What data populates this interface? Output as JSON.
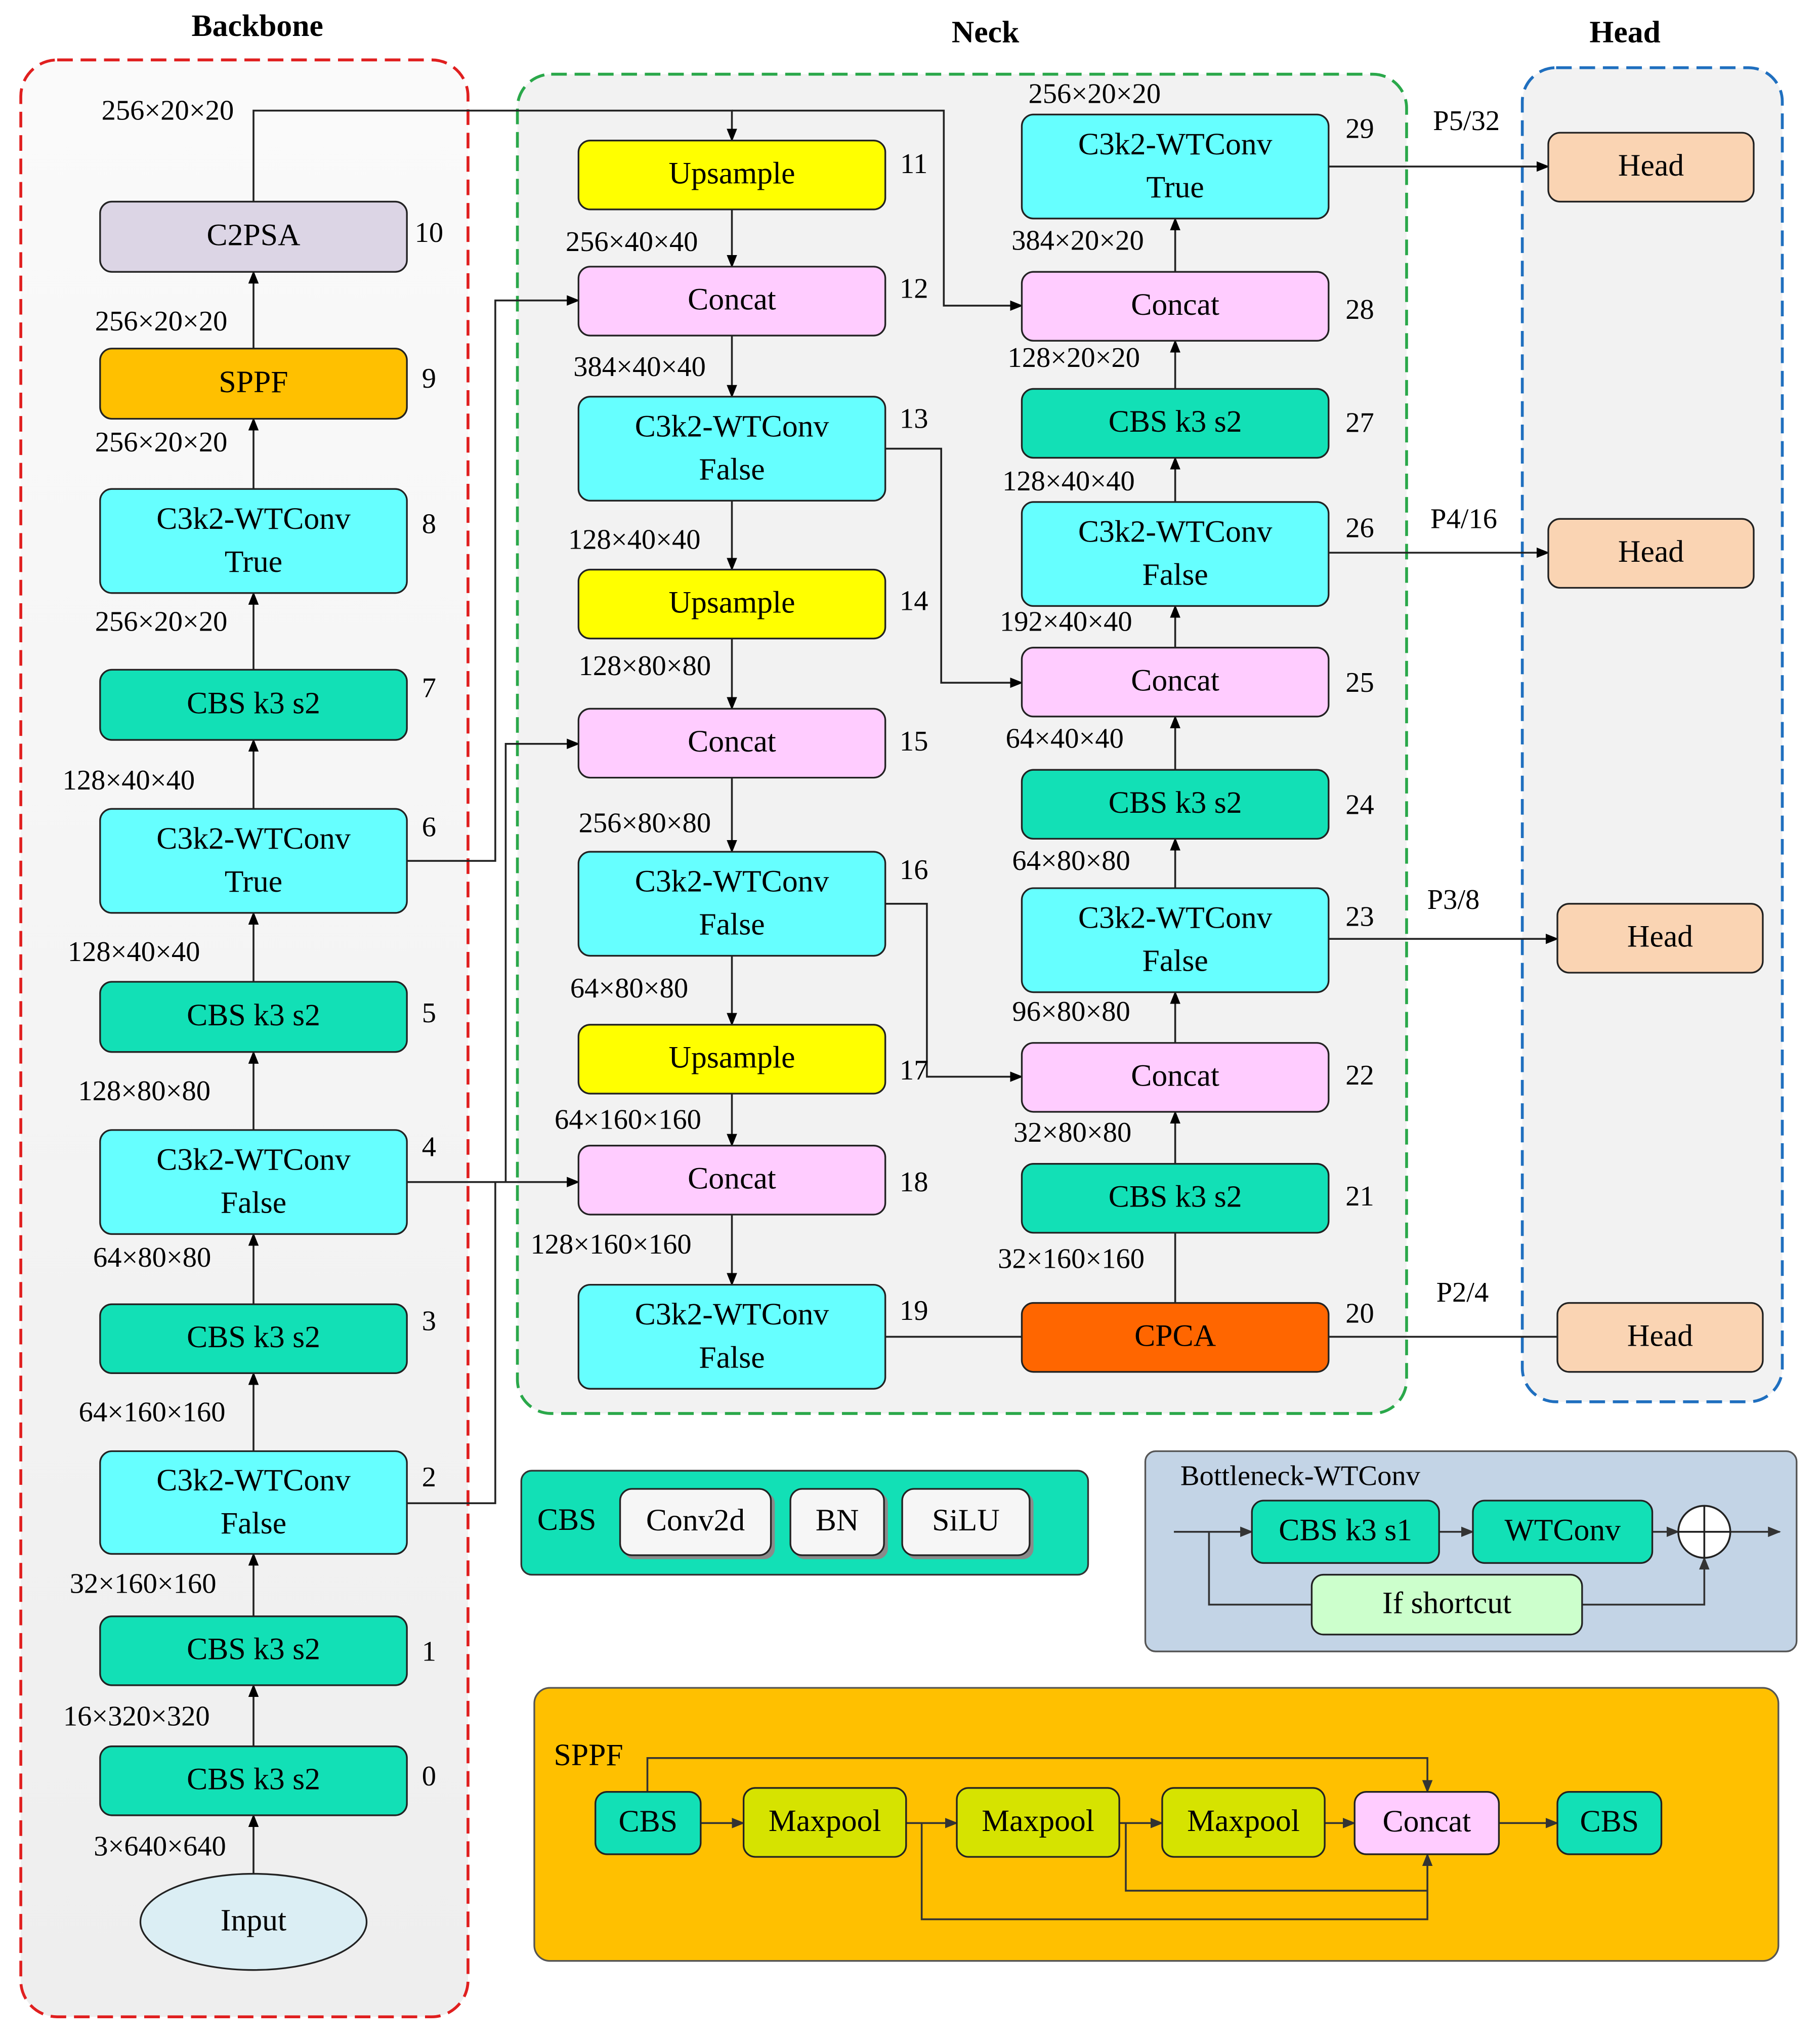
{
  "titles": {
    "backbone": "Backbone",
    "neck": "Neck",
    "head": "Head"
  },
  "colors": {
    "cbs": "#12e0b6",
    "c3k2": "#66ffff",
    "upsample": "#ffff00",
    "concat": "#ffccff",
    "sppf": "#ffc000",
    "c2psa": "#dcd5e5",
    "cpca": "#ff6600",
    "head": "#fad4b3",
    "maxpool": "#d6e300",
    "shortcut": "#ccffcc",
    "bottleneck_panel": "#c3d4e6",
    "sppf_panel": "#ffc000",
    "backbone_border": "#e01f1f",
    "neck_border": "#2aa84a",
    "head_border": "#1f6fbf"
  },
  "backbone": [
    {
      "id": "0",
      "label": "CBS k3 s2",
      "shape": "in",
      "out": "16×320×320"
    },
    {
      "id": "1",
      "label": "CBS k3 s2",
      "out": "32×160×160"
    },
    {
      "id": "2",
      "label": "C3k2-WTConv\nFalse",
      "out": "64×160×160"
    },
    {
      "id": "3",
      "label": "CBS k3 s2",
      "out": "64×80×80"
    },
    {
      "id": "4",
      "label": "C3k2-WTConv\nFalse",
      "out": "128×80×80"
    },
    {
      "id": "5",
      "label": "CBS k3 s2",
      "out": "128×40×40"
    },
    {
      "id": "6",
      "label": "C3k2-WTConv\nTrue",
      "out": "128×40×40"
    },
    {
      "id": "7",
      "label": "CBS k3 s2",
      "out": "256×20×20"
    },
    {
      "id": "8",
      "label": "C3k2-WTConv\nTrue",
      "out": "256×20×20"
    },
    {
      "id": "9",
      "label": "SPPF",
      "out": "256×20×20"
    },
    {
      "id": "10",
      "label": "C2PSA",
      "out": "256×20×20"
    }
  ],
  "input": {
    "label": "Input",
    "shape": "3×640×640"
  },
  "neck_left": [
    {
      "id": "11",
      "label": "Upsample",
      "in": ""
    },
    {
      "id": "12",
      "label": "Concat",
      "in": "256×40×40"
    },
    {
      "id": "13",
      "label": "C3k2-WTConv\nFalse",
      "in": "384×40×40"
    },
    {
      "id": "14",
      "label": "Upsample",
      "in": "128×40×40"
    },
    {
      "id": "15",
      "label": "Concat",
      "in": "128×80×80"
    },
    {
      "id": "16",
      "label": "C3k2-WTConv\nFalse",
      "in": "256×80×80"
    },
    {
      "id": "17",
      "label": "Upsample",
      "in": "64×80×80"
    },
    {
      "id": "18",
      "label": "Concat",
      "in": "64×160×160"
    },
    {
      "id": "19",
      "label": "C3k2-WTConv\nFalse",
      "in": "128×160×160"
    }
  ],
  "neck_right": [
    {
      "id": "20",
      "label": "CPCA",
      "in": ""
    },
    {
      "id": "21",
      "label": "CBS k3 s2",
      "in": "32×160×160"
    },
    {
      "id": "22",
      "label": "Concat",
      "in": "32×80×80"
    },
    {
      "id": "23",
      "label": "C3k2-WTConv\nFalse",
      "in": "96×80×80"
    },
    {
      "id": "24",
      "label": "CBS k3 s2",
      "in": "64×80×80"
    },
    {
      "id": "25",
      "label": "Concat",
      "in": "64×40×40"
    },
    {
      "id": "26",
      "label": "C3k2-WTConv\nFalse",
      "in": "192×40×40"
    },
    {
      "id": "27",
      "label": "CBS k3 s2",
      "in": "128×40×40"
    },
    {
      "id": "28",
      "label": "Concat",
      "in": "128×20×20"
    },
    {
      "id": "29",
      "label": "C3k2-WTConv\nTrue",
      "in": "384×20×20"
    }
  ],
  "neck_top_label": "256×20×20",
  "heads": [
    {
      "label": "Head",
      "scale": "P5/32"
    },
    {
      "label": "Head",
      "scale": "P4/16"
    },
    {
      "label": "Head",
      "scale": "P3/8"
    },
    {
      "label": "Head",
      "scale": "P2/4"
    }
  ],
  "cbs_legend": {
    "title": "CBS",
    "parts": [
      "Conv2d",
      "BN",
      "SiLU"
    ]
  },
  "bottleneck": {
    "title": "Bottleneck-WTConv",
    "cbs": "CBS k3 s1",
    "wtconv": "WTConv",
    "shortcut": "If shortcut"
  },
  "sppf_legend": {
    "title": "SPPF",
    "cbs_in": "CBS",
    "maxpool": "Maxpool",
    "concat": "Concat",
    "cbs_out": "CBS"
  }
}
